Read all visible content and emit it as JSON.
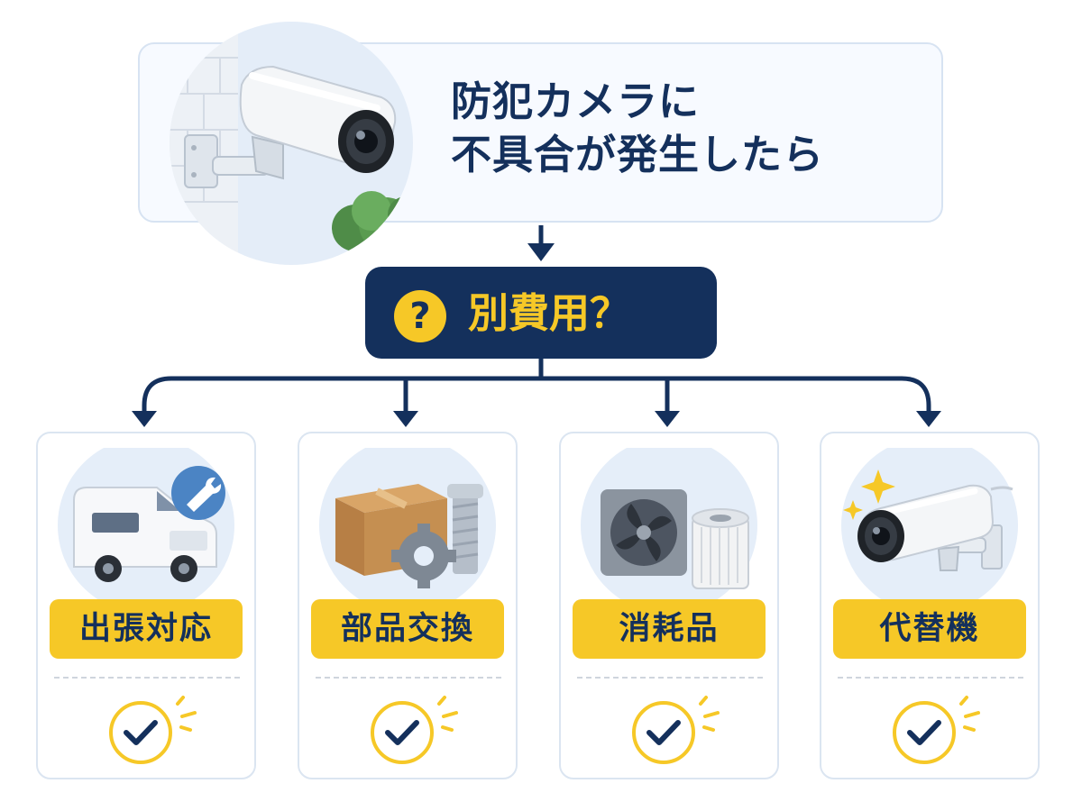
{
  "header": {
    "title_line1": "防犯カメラに",
    "title_line2": "不具合が発生したら"
  },
  "question": {
    "badge": "?",
    "label": "別費用？"
  },
  "options": [
    {
      "label": "出張対応",
      "icon": "service-van-wrench-icon"
    },
    {
      "label": "部品交換",
      "icon": "parts-box-gear-icon"
    },
    {
      "label": "消耗品",
      "icon": "fan-filter-icon"
    },
    {
      "label": "代替機",
      "icon": "replacement-camera-icon"
    }
  ],
  "colors": {
    "navy": "#14305c",
    "yellow": "#f6c827",
    "panel": "#f7faff",
    "circle": "#e4edf8"
  }
}
